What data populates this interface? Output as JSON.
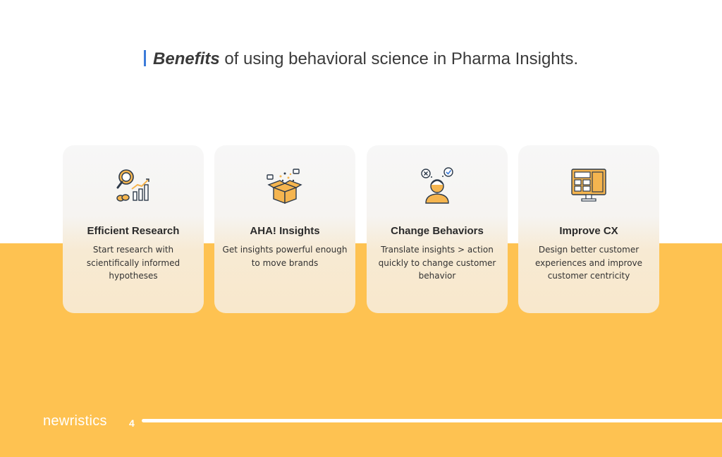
{
  "header": {
    "title_emphasis": "Benefits",
    "title_rest": " of using behavioral science in Pharma Insights."
  },
  "cards": [
    {
      "icon": "research-magnifier-chart-icon",
      "title": "Efficient Research",
      "description": "Start research with scientifically informed hypotheses"
    },
    {
      "icon": "insight-box-icon",
      "title": "AHA! Insights",
      "description": "Get insights powerful enough to move brands"
    },
    {
      "icon": "person-decision-icon",
      "title": "Change Behaviors",
      "description": "Translate insights > action quickly to change customer behavior"
    },
    {
      "icon": "monitor-dashboard-icon",
      "title": "Improve CX",
      "description": "Design better customer experiences and improve customer centricity"
    }
  ],
  "footer": {
    "logo": "newristics",
    "page_number": "4"
  },
  "colors": {
    "accent_bar": "#3c7bd9",
    "band": "#FEC251",
    "icon_fill": "#F5B54F",
    "icon_stroke": "#2d3a4a"
  }
}
